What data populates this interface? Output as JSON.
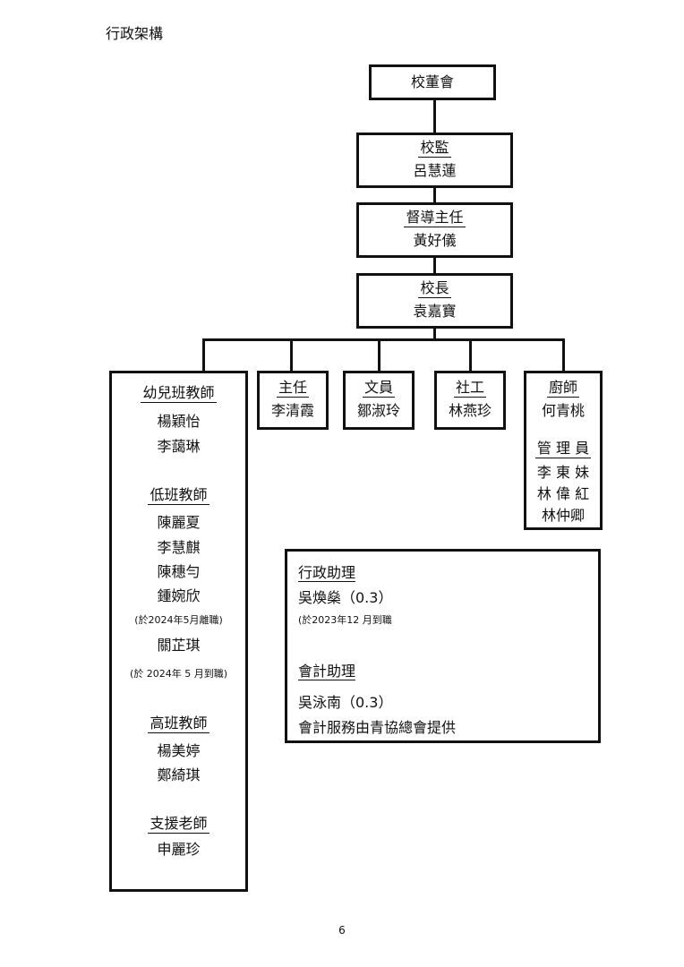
{
  "page": {
    "title": "行政架構",
    "page_number": "6"
  },
  "chart": {
    "board": "校董會",
    "supervisor": {
      "role": "校監",
      "name": "呂慧蓮"
    },
    "director": {
      "role": "督導主任",
      "name": "黃好儀"
    },
    "principal": {
      "role": "校長",
      "name": "袁嘉寶"
    },
    "teachers": {
      "nursery": {
        "role": "幼兒班教師",
        "names": [
          "楊穎怡",
          "李藹琳"
        ]
      },
      "lower": {
        "role": "低班教師",
        "names": [
          "陳麗夏",
          "李慧麒",
          "陳穗勻",
          "鍾婉欣"
        ],
        "note1": "(於2024年5月離職)",
        "extra": "關芷琪",
        "note2": "(於 2024年 5 月到職)"
      },
      "upper": {
        "role": "高班教師",
        "names": [
          "楊美婷",
          "鄭綺琪"
        ]
      },
      "support": {
        "role": "支援老師",
        "names": [
          "申麗珍"
        ]
      }
    },
    "head": {
      "role": "主任",
      "name": "李清霞"
    },
    "clerk": {
      "role": "文員",
      "name": "鄒淑玲"
    },
    "social": {
      "role": "社工",
      "name": "林燕珍"
    },
    "kitchen": {
      "role": "廚師",
      "name": "何青桃",
      "janitor_role": "管 理 員",
      "janitors": [
        "李 東 妹",
        "林 偉 紅",
        "林仲卿"
      ]
    },
    "assistants": {
      "admin_role": "行政助理",
      "admin_name": "吳煥燊（0.3）",
      "admin_note": "(於2023年12 月到職",
      "acct_role": "會計助理",
      "acct_name": "吳泳南（0.3）",
      "acct_note": "會計服務由青協總會提供"
    }
  }
}
